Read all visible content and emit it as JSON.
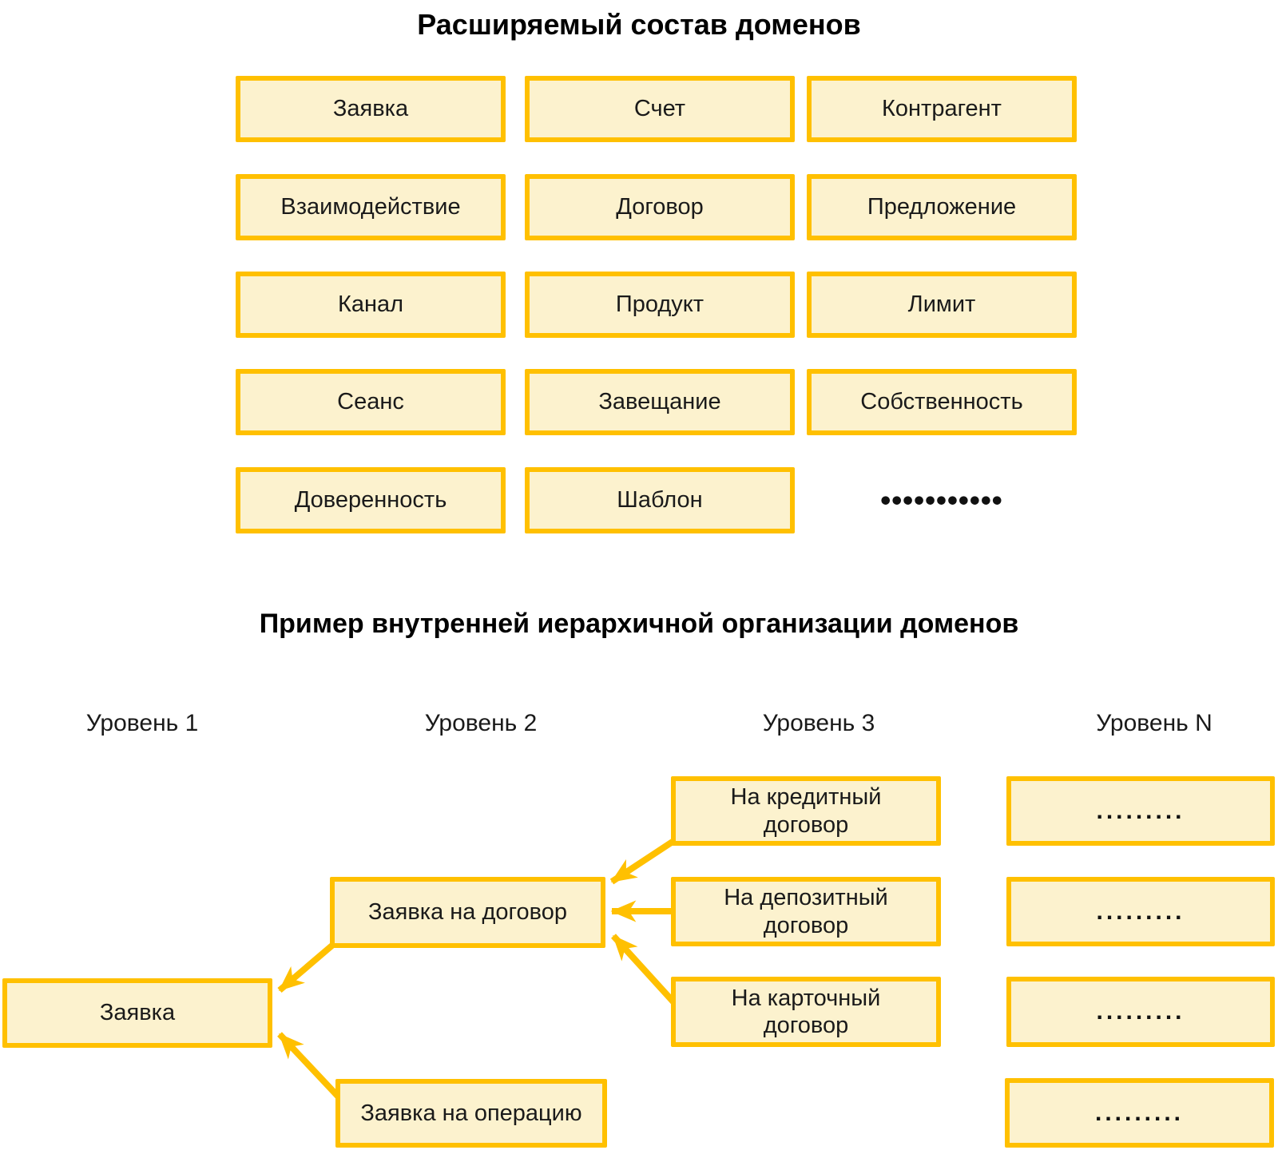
{
  "colors": {
    "box_border": "#FFC000",
    "box_fill": "#FCF2CE",
    "text": "#1A1A1A"
  },
  "section1": {
    "title": "Расширяемый состав доменов",
    "boxes": [
      "Заявка",
      "Счет",
      "Контрагент",
      "Взаимодействие",
      "Договор",
      "Предложение",
      "Канал",
      "Продукт",
      "Лимит",
      "Сеанс",
      "Завещание",
      "Собственность",
      "Доверенность",
      "Шаблон"
    ],
    "ellipsis": "•••••••••••"
  },
  "section2": {
    "title": "Пример внутренней иерархичной организации доменов",
    "column_headers": [
      "Уровень 1",
      "Уровень 2",
      "Уровень 3",
      "Уровень N"
    ],
    "nodes": {
      "zayavka": "Заявка",
      "zayavka_na_dogovor": "Заявка на договор",
      "zayavka_na_operaciyu": "Заявка на операцию",
      "na_kreditny_dogovor": "На кредитный договор",
      "na_depozitny_dogovor": "На депозитный договор",
      "na_kartochny_dogovor": "На карточный договор",
      "level_n_placeholder": "........."
    },
    "edges": [
      {
        "from": "zayavka_na_dogovor",
        "to": "zayavka"
      },
      {
        "from": "zayavka_na_operaciyu",
        "to": "zayavka"
      },
      {
        "from": "na_kreditny_dogovor",
        "to": "zayavka_na_dogovor"
      },
      {
        "from": "na_depozitny_dogovor",
        "to": "zayavka_na_dogovor"
      },
      {
        "from": "na_kartochny_dogovor",
        "to": "zayavka_na_dogovor"
      }
    ]
  }
}
